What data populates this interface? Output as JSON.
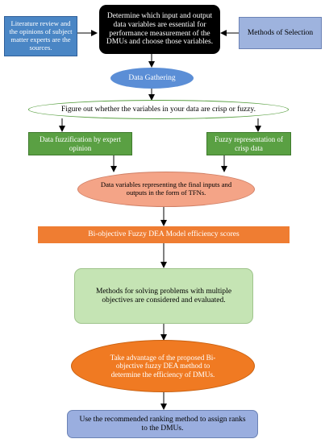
{
  "nodes": {
    "determine": "Determine which input and output data variables are essential for performance measurement of the DMUs and choose those variables.",
    "literature": "Literature review and the opinions of subject matter experts are the sources.",
    "methods_selection": "Methods of Selection",
    "data_gathering": "Data Gathering",
    "crisp_fuzzy": "Figure out whether the variables in your data are crisp or fuzzy.",
    "fuzzification": "Data fuzzification by expert opinion",
    "fuzzy_repr": "Fuzzy representation of crisp data",
    "final_tfns": "Data variables representing the final inputs and outputs in the form of TFNs.",
    "bi_objective": "Bi-objective Fuzzy DEA Model efficiency scores",
    "multi_objective": "Methods for solving problems with multiple objectives are considered and evaluated.",
    "proposed": "Take advantage of the proposed Bi-objective fuzzy DEA method to determine the efficiency of DMUs.",
    "ranking": "Use the recommended ranking method to assign ranks to the DMUs."
  },
  "colors": {
    "black_box": "#000000",
    "blue_box": "#4a86c5",
    "lavender_box": "#9eb3de",
    "blue_ellipse": "#5b8ed6",
    "green_box": "#5aa043",
    "salmon_ellipse": "#f4a487",
    "orange_bar": "#ef7d32",
    "light_green_box": "#c5e4b4",
    "orange_ellipse": "#f07a22",
    "periwinkle_box": "#9aaedf"
  }
}
